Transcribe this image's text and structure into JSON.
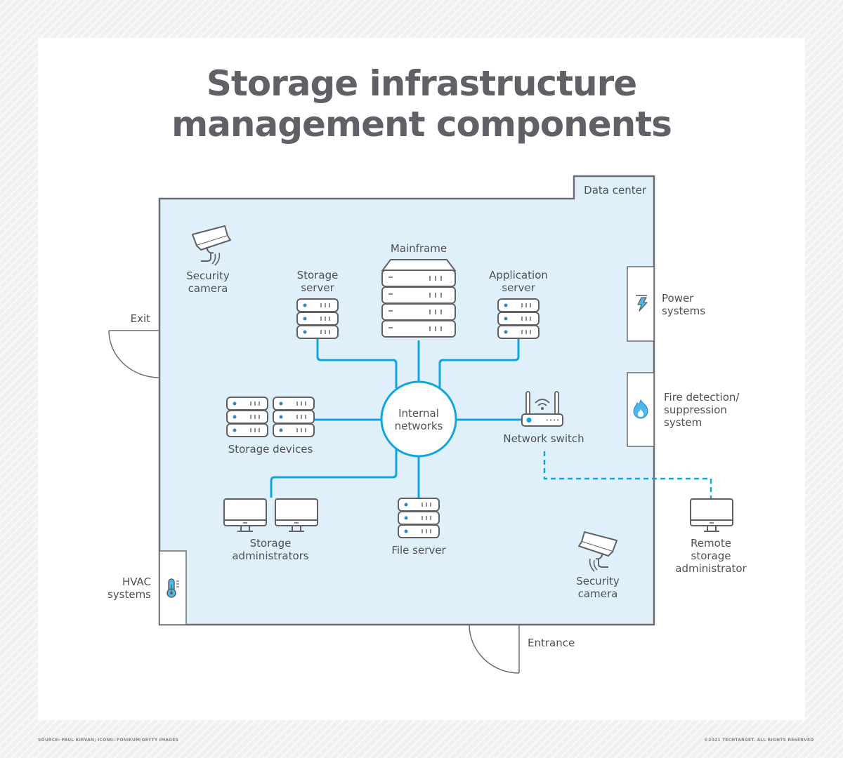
{
  "title": "Storage infrastructure management components",
  "title_lines": [
    "Storage infrastructure",
    "management components"
  ],
  "room_label": "Data center",
  "hub": {
    "label": "Internal\nnetworks",
    "icon": "network-hub"
  },
  "components": {
    "security_camera_top": {
      "label": "Security\ncamera",
      "icon": "security-camera-icon"
    },
    "mainframe": {
      "label": "Mainframe",
      "icon": "mainframe-icon"
    },
    "storage_server": {
      "label": "Storage\nserver",
      "icon": "server-rack-icon"
    },
    "application_server": {
      "label": "Application\nserver",
      "icon": "server-rack-icon"
    },
    "storage_devices": {
      "label": "Storage devices",
      "icon": "server-rack-icon"
    },
    "network_switch": {
      "label": "Network switch",
      "icon": "router-icon"
    },
    "storage_administrators": {
      "label": "Storage\nadministrators",
      "icon": "monitor-icon"
    },
    "file_server": {
      "label": "File server",
      "icon": "server-rack-icon"
    },
    "security_camera_bottom": {
      "label": "Security\ncamera",
      "icon": "security-camera-icon"
    },
    "remote_admin": {
      "label": "Remote\nstorage\nadministrator",
      "icon": "monitor-icon"
    }
  },
  "wall_systems": {
    "power": {
      "label": "Power\nsystems",
      "icon": "lightning-icon"
    },
    "fire": {
      "label": "Fire detection/\nsuppression\nsystem",
      "icon": "flame-icon"
    },
    "hvac": {
      "label": "HVAC\nsystems",
      "icon": "thermometer-icon"
    }
  },
  "doors": {
    "exit": "Exit",
    "entrance": "Entrance"
  },
  "footer": {
    "source": "SOURCE: PAUL KIRVAN; ICONS: FONIKUM/GETTY IMAGES",
    "copyright": "©2021 TECHTARGET. ALL RIGHTS RESERVED"
  },
  "colors": {
    "room_fill": "#dff0fb",
    "wall": "#6b6d72",
    "connector": "#10a5e0",
    "icon_stroke": "#5f6166",
    "icon_accent": "#4bb8ea",
    "title": "#5f6166"
  }
}
